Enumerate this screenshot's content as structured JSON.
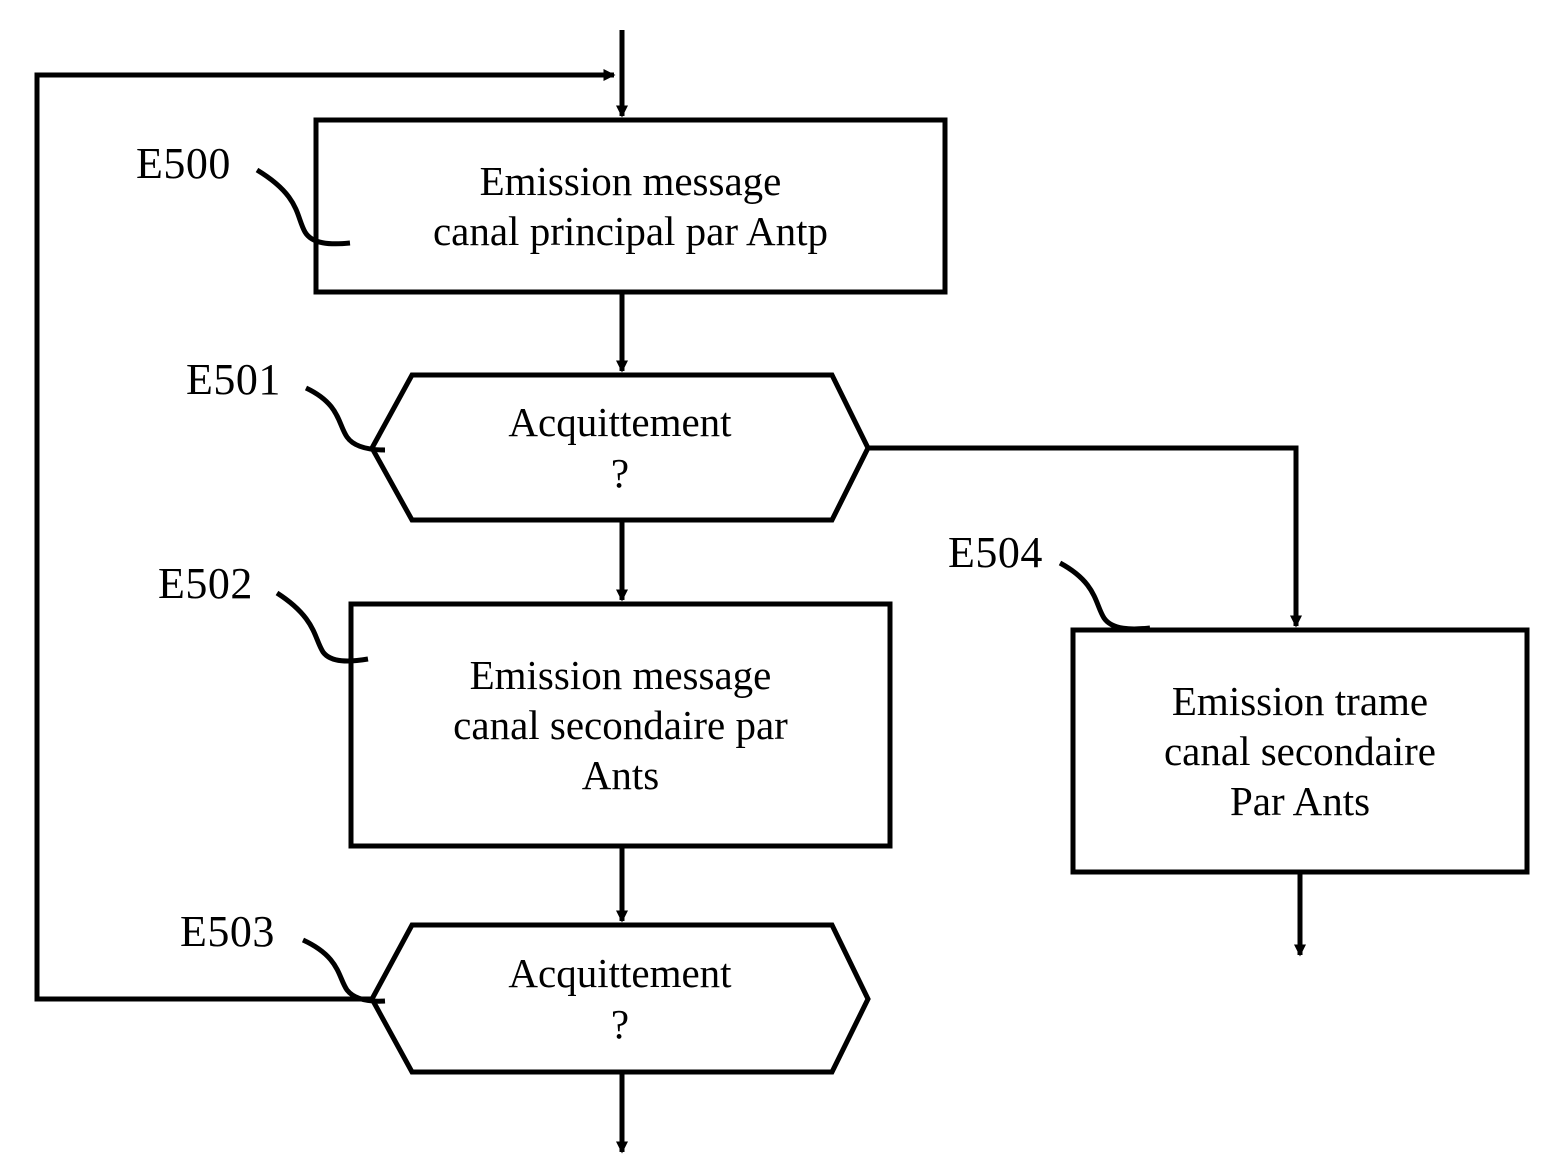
{
  "diagram": {
    "title": "Flowchart - Emission message canal principal / secondaire",
    "stroke_color": "#000000",
    "background_color": "#ffffff",
    "nodes": [
      {
        "id": "E500",
        "label": "E500",
        "shape": "process",
        "text": "Emission message\ncanal principal par Antp"
      },
      {
        "id": "E501",
        "label": "E501",
        "shape": "decision-hexagon",
        "text": "Acquittement\n?"
      },
      {
        "id": "E502",
        "label": "E502",
        "shape": "process",
        "text": "Emission message\ncanal secondaire par\nAnts"
      },
      {
        "id": "E503",
        "label": "E503",
        "shape": "decision-hexagon",
        "text": "Acquittement\n?"
      },
      {
        "id": "E504",
        "label": "E504",
        "shape": "process",
        "text": "Emission trame\ncanal secondaire\nPar Ants"
      }
    ],
    "edges": [
      {
        "id": "entry",
        "from": "top-entry",
        "to": "E500",
        "arrow": true
      },
      {
        "id": "e500-e501",
        "from": "E500",
        "to": "E501",
        "arrow": true
      },
      {
        "id": "e501-e502",
        "from": "E501",
        "to": "E502",
        "arrow": true
      },
      {
        "id": "e501-e504",
        "from": "E501",
        "to": "E504",
        "arrow": true
      },
      {
        "id": "e502-e503",
        "from": "E502",
        "to": "E503",
        "arrow": true
      },
      {
        "id": "e503-exit",
        "from": "E503",
        "to": "bottom-exit",
        "arrow": true
      },
      {
        "id": "e504-exit",
        "from": "E504",
        "to": "bottom-exit",
        "arrow": true
      },
      {
        "id": "feedback-loop",
        "from": "E503",
        "to": "E500",
        "arrow": true
      }
    ]
  }
}
